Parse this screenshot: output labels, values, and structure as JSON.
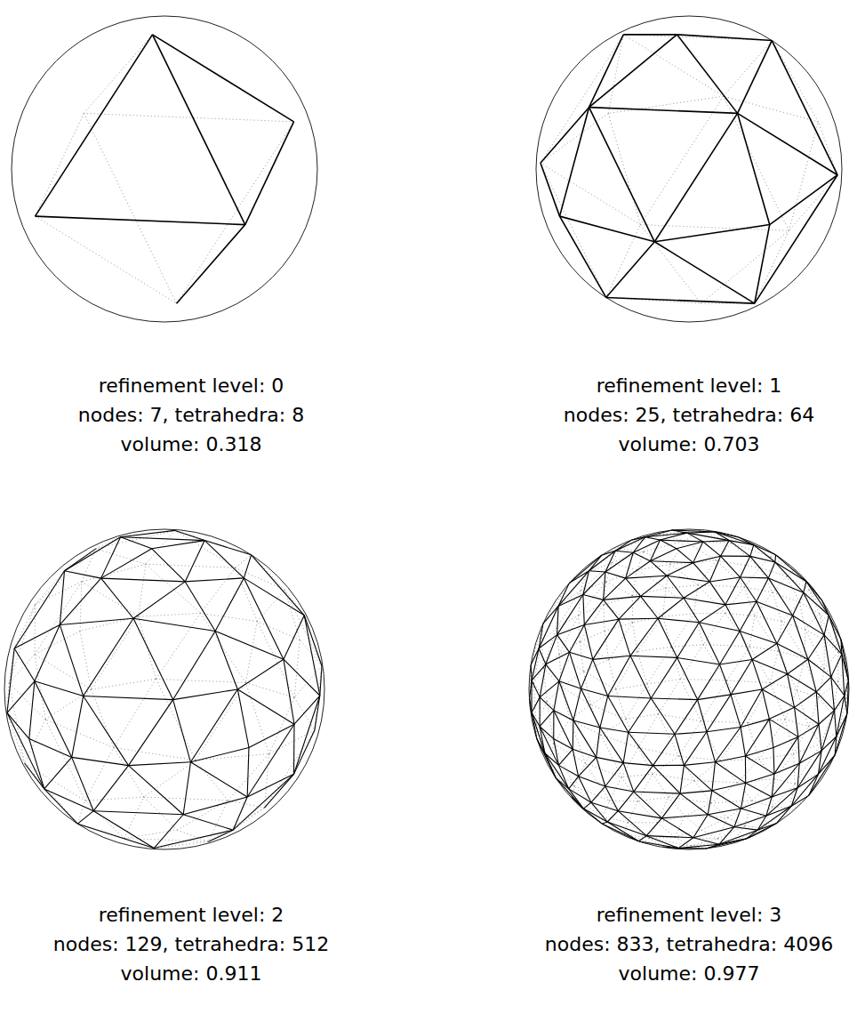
{
  "diagram": {
    "labels": [
      "refinement level: 0",
      "nodes: 7, tetrahedra: 8",
      "volume: 0.318",
      "refinement level: 1",
      "nodes: 25, tetrahedra: 64",
      "volume: 0.703",
      "refinement level: 2",
      "nodes: 129, tetrahedra: 512",
      "volume: 0.911",
      "refinement level: 3",
      "nodes: 833, tetrahedra: 4096",
      "volume: 0.977"
    ]
  }
}
